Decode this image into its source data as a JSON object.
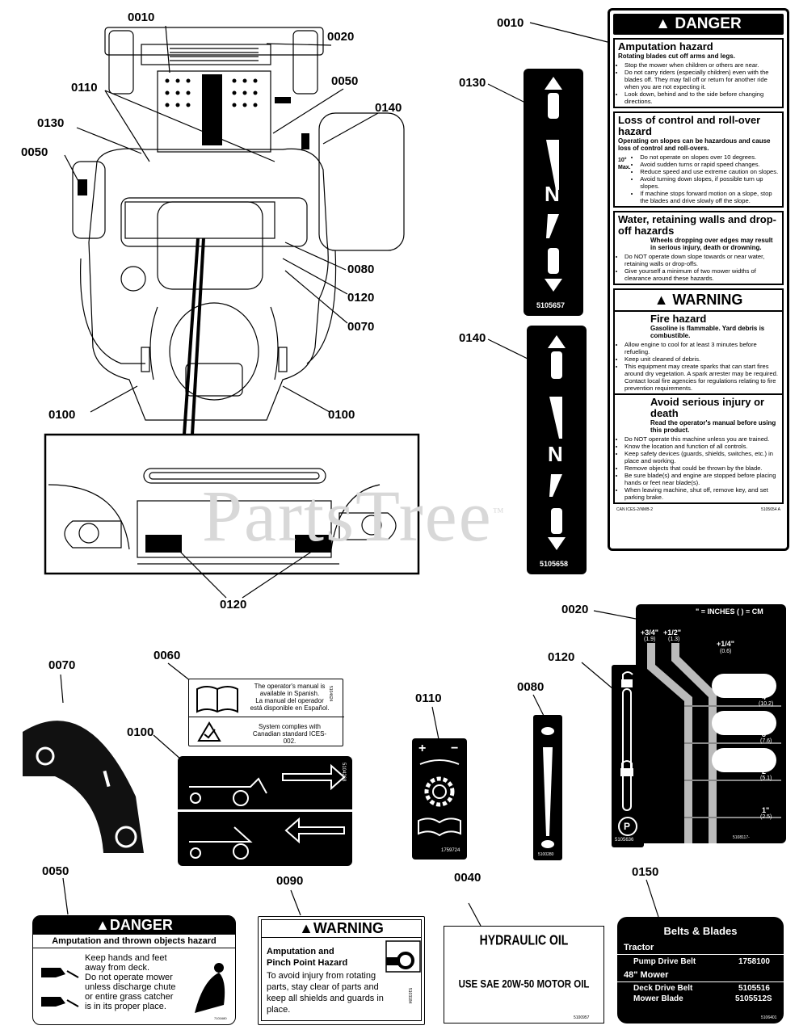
{
  "callouts": {
    "c0010a": "0010",
    "c0020a": "0020",
    "c0110a": "0110",
    "c0050a": "0050",
    "c0130a": "0130",
    "c0140a": "0140",
    "c0050b": "0050",
    "c0080a": "0080",
    "c0120a": "0120",
    "c0070a": "0070",
    "c0100a": "0100",
    "c0100b": "0100",
    "c0120b": "0120",
    "c0010b": "0010",
    "c0130b": "0130",
    "c0140b": "0140",
    "c0020b": "0020",
    "c0070b": "0070",
    "c0060": "0060",
    "c0110b": "0110",
    "c0080b": "0080",
    "c0120c": "0120",
    "c0100b2": "0100",
    "c0050c": "0050",
    "c0090": "0090",
    "c0040": "0040",
    "c0150": "0150"
  },
  "watermark": "PartsTree",
  "watermark_tm": "™",
  "decal_0010": {
    "danger_header": "▲ DANGER",
    "amp_title": "Amputation hazard",
    "amp_sub": "Rotating blades cut off arms and legs.",
    "amp_items": [
      "Stop the mower when children or others are near.",
      "Do not carry riders (especially children) even with the blades off. They may fall off or return for another ride when you are not expecting it.",
      "Look down, behind and to the side before changing directions."
    ],
    "loss_title": "Loss of control and roll-over hazard",
    "loss_sub": "Operating on slopes can be hazardous and cause loss of control and roll-overs.",
    "loss_max": "10° Max.",
    "loss_items": [
      "Do not operate on slopes over 10 degrees.",
      "Avoid sudden turns or rapid speed changes.",
      "Reduce speed and use extreme caution on slopes.",
      "Avoid turning down slopes, if possible turn up slopes.",
      "If machine stops forward motion on a slope, stop the blades and drive slowly off the slope."
    ],
    "water_title": "Water, retaining walls and drop-off hazards",
    "water_sub": "Wheels dropping over edges may result in serious injury, death or drowning.",
    "water_items": [
      "Do NOT operate down slope towards or near water, retaining walls or drop-offs.",
      "Give yourself a minimum of two mower widths of clearance around these hazards."
    ],
    "warning_header": "▲ WARNING",
    "fire_title": "Fire hazard",
    "fire_sub": "Gasoline is flammable. Yard debris is combustible.",
    "fire_items": [
      "Allow engine to cool for at least 3 minutes before refueling.",
      "Keep unit cleaned of debris.",
      "This equipment may create sparks that can start fires around dry vegetation. A spark arrester may be required. Contact local fire agencies for regulations relating to fire prevention requirements."
    ],
    "avoid_title": "Avoid serious injury or death",
    "avoid_sub": "Read the operator's manual before using this product.",
    "avoid_items": [
      "Do NOT operate this machine unless you are trained.",
      "Know the location and function of all controls.",
      "Keep safety devices (guards, shields, switches, etc.) in place and working.",
      "Remove objects that could be thrown by the blade.",
      "Be sure blade(s) and engine are stopped before placing hands or feet near blade(s).",
      "When leaving machine, shut off, remove key, and set parking brake."
    ],
    "footer_left": "CAN ICES-2/NMB-2",
    "footer_right": "5105654 A"
  },
  "strip_0130": {
    "n": "N",
    "part": "5105657"
  },
  "strip_0140": {
    "n": "N",
    "part": "5105658"
  },
  "decal_0020": {
    "legend": "\" = INCHES  ( ) = CM",
    "s1": "+3/4\"",
    "s1cm": "(1.9)",
    "s2": "+1/2\"",
    "s2cm": "(1.3)",
    "s3": "+1/4\"",
    "s3cm": "(0.6)",
    "h4": "4\"",
    "h4cm": "(10.2)",
    "h3": "3\"",
    "h3cm": "(7.6)",
    "h2": "2\"",
    "h2cm": "(5.1)",
    "h1": "1\"",
    "h1cm": "(2.5)",
    "part": "5108117-"
  },
  "decal_0060": {
    "line1": "The operator's manual is",
    "line2": "available in Spanish.",
    "line3": "La manual del operador",
    "line4": "está disponible en Español.",
    "line5": "System complies with",
    "line6": "Canadian standard ICES-002.",
    "part": "5104624"
  },
  "decal_0110": {
    "plus": "+",
    "minus": "−",
    "part": "1759724"
  },
  "decal_0080": {
    "part": "5100280"
  },
  "decal_0120": {
    "p": "P",
    "part": "5105636"
  },
  "decal_0100": {
    "part": "5104268"
  },
  "decal_0050": {
    "header": "▲DANGER",
    "title": "Amputation and thrown objects hazard",
    "item1": "Keep hands and feet away from deck.",
    "item2": "Do not operate mower unless discharge chute or entire grass catcher is in its proper place.",
    "part": "7101680"
  },
  "decal_0090": {
    "header": "▲WARNING",
    "title1": "Amputation and",
    "title2": "Pinch Point Hazard",
    "body": "To avoid injury from rotating parts, stay clear of parts and keep all shields and guards in place.",
    "part": "5103184"
  },
  "decal_0040": {
    "line1": "HYDRAULIC OIL",
    "line2": "USE SAE 20W-50 MOTOR OIL",
    "part": "5100957"
  },
  "decal_0150": {
    "title": "Belts & Blades",
    "tractor": "Tractor",
    "pump_label": "Pump Drive Belt",
    "pump_num": "1758100",
    "mower": "48\" Mower",
    "deck_label": "Deck Drive Belt",
    "deck_num": "5105516",
    "blade_label": "Mower Blade",
    "blade_num": "5105512S",
    "part": "5106401"
  }
}
